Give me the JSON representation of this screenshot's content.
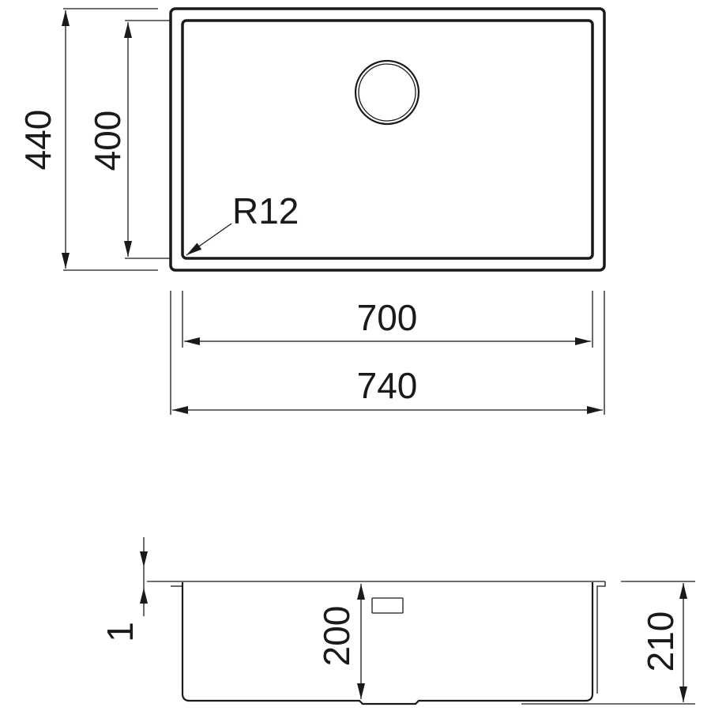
{
  "top_view": {
    "outer_height": "440",
    "inner_height": "400",
    "corner_radius": "R12",
    "inner_width": "700",
    "outer_width": "740"
  },
  "side_view": {
    "flange_thickness": "1",
    "bowl_depth": "200",
    "total_height": "210"
  }
}
